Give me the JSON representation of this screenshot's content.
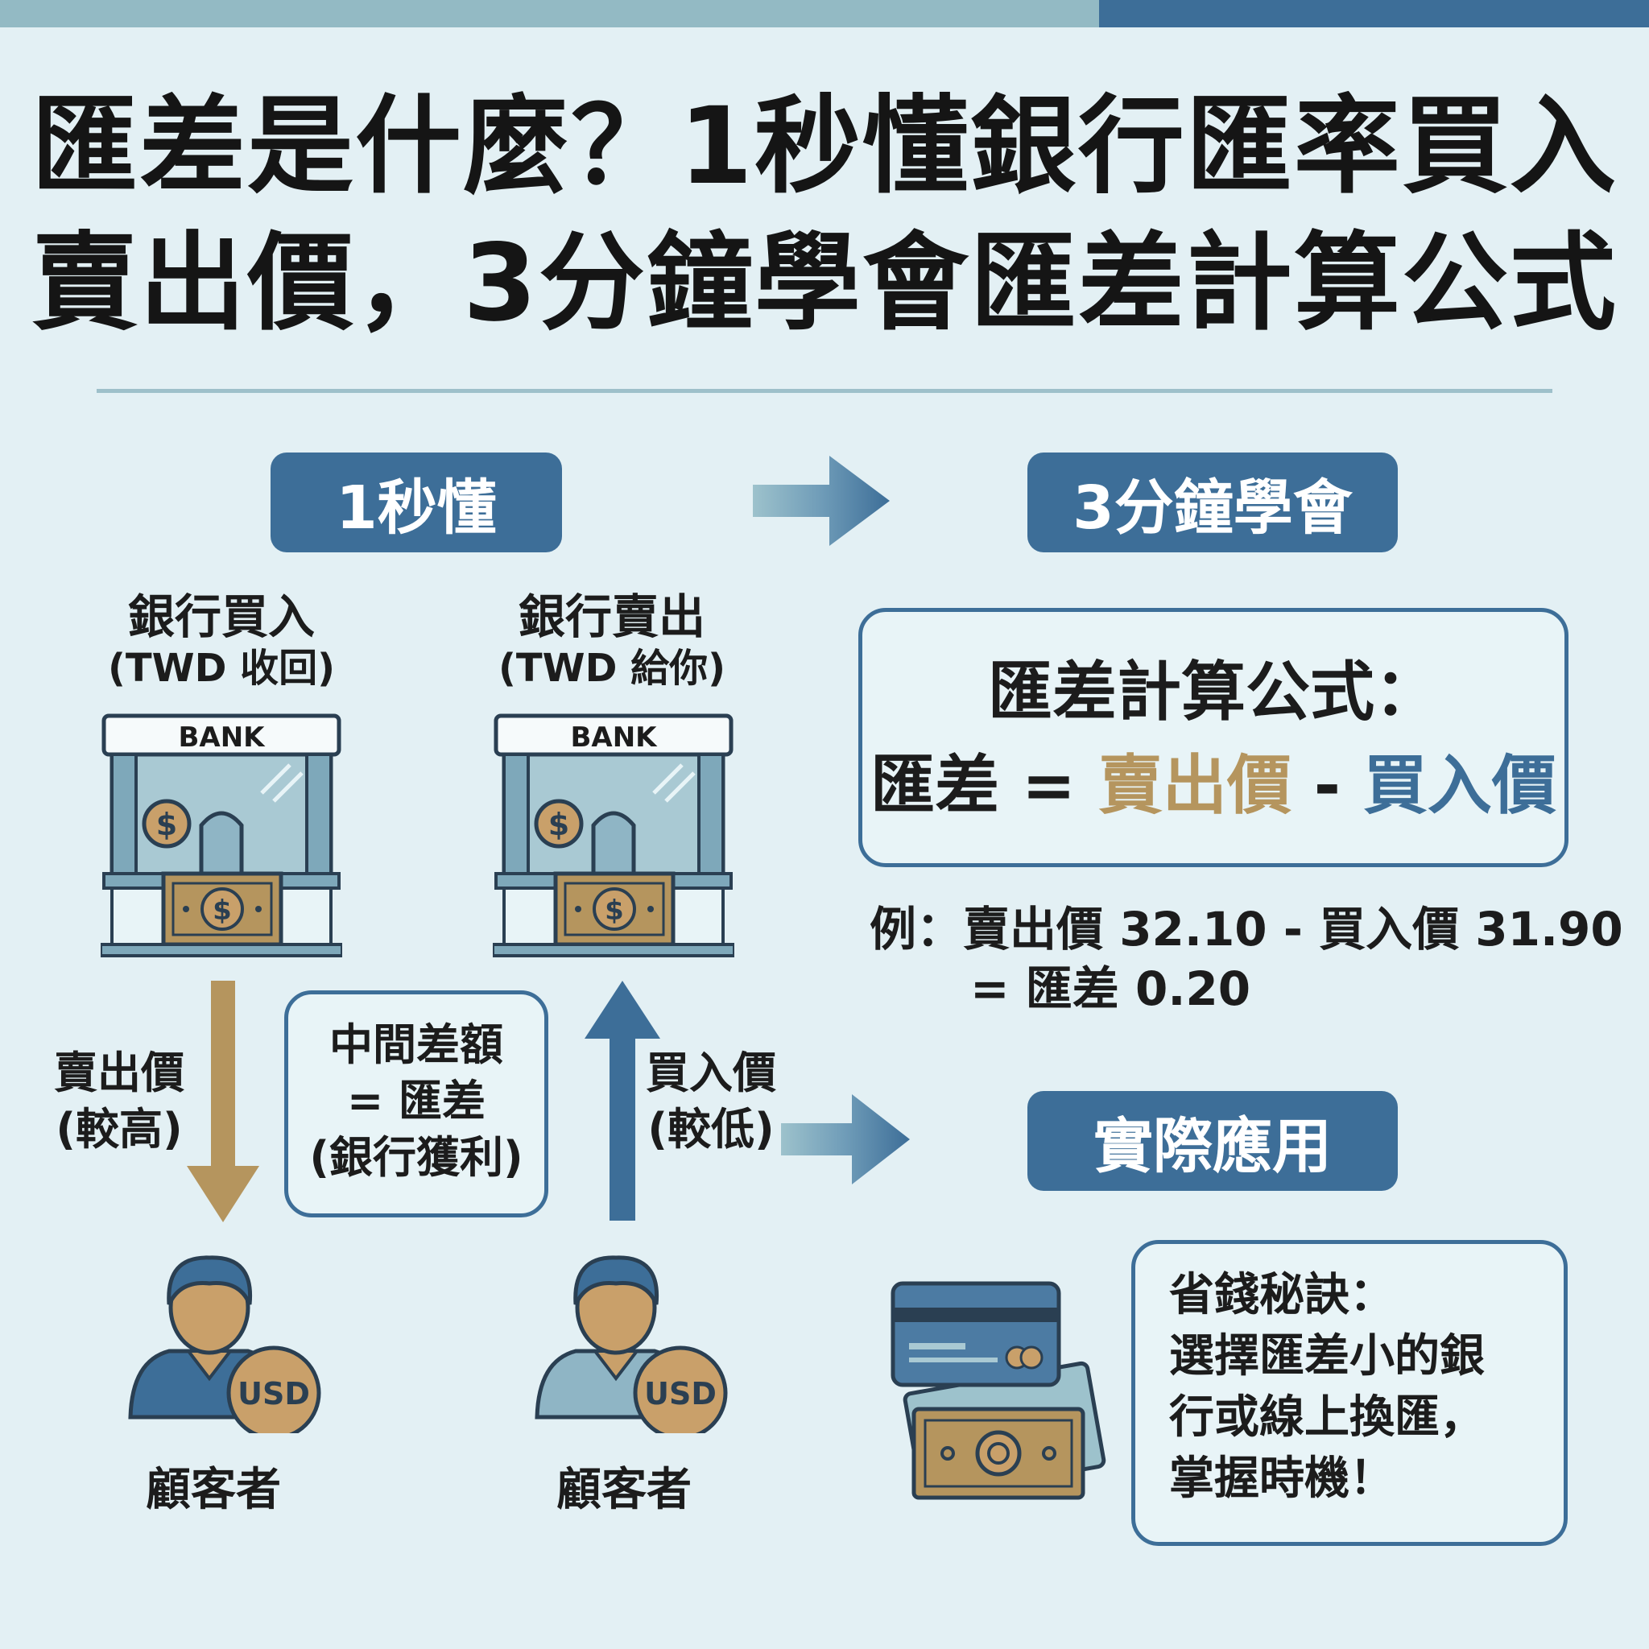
{
  "title": {
    "line1": "匯差是什麼？1秒懂銀行匯率買入",
    "line2": "賣出價，3分鐘學會匯差計算公式"
  },
  "pills": {
    "quick": "1秒懂",
    "learn": "3分鐘學會",
    "apply": "實際應用"
  },
  "banks": [
    {
      "head": "銀行買入",
      "sub": "(TWD 收回)",
      "sign": "BANK"
    },
    {
      "head": "銀行賣出",
      "sub": "(TWD 給你)",
      "sign": "BANK"
    }
  ],
  "flows": {
    "sell": {
      "line1": "賣出價",
      "line2": "(較高)"
    },
    "buy": {
      "line1": "買入價",
      "line2": "(較低)"
    },
    "middle": {
      "line1": "中間差額",
      "line2": "= 匯差",
      "line3": "(銀行獲利)"
    }
  },
  "customers": [
    {
      "label": "顧客者",
      "coin": "USD"
    },
    {
      "label": "顧客者",
      "coin": "USD"
    }
  ],
  "formula": {
    "title": "匯差計算公式：",
    "lhs": "匯差 = ",
    "sell": "賣出價",
    "minus": " - ",
    "buy": "買入價"
  },
  "example": {
    "line1": "例：賣出價 32.10 - 買入價 31.90",
    "line2": "= 匯差 0.20"
  },
  "tips": {
    "line1": "省錢秘訣：",
    "line2": "選擇匯差小的銀",
    "line3": "行或線上換匯，",
    "line4": "掌握時機！"
  },
  "colors": {
    "background": "#e3f0f4",
    "primary_blue": "#3d6e98",
    "tan": "#b5955e",
    "light_blue": "#93bac4"
  }
}
